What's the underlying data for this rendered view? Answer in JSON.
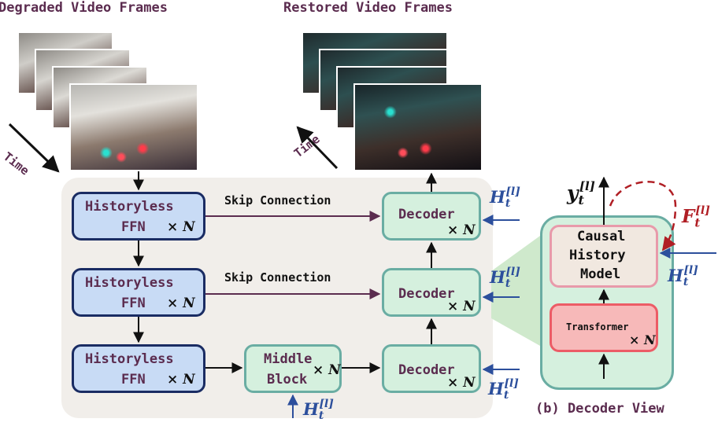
{
  "titles": {
    "degraded": "Degraded Video Frames",
    "restored": "Restored Video Frames",
    "time_left": "Time",
    "time_right": "Time"
  },
  "encoder": {
    "blocks": [
      {
        "label_line1": "Historyless",
        "label_line2": "FFN",
        "multiplier": "× N"
      },
      {
        "label_line1": "Historyless",
        "label_line2": "FFN",
        "multiplier": "× N"
      },
      {
        "label_line1": "Historyless",
        "label_line2": "FFN",
        "multiplier": "× N"
      }
    ]
  },
  "middle_block": {
    "label_line1": "Middle",
    "label_line2": "Block",
    "multiplier": "× N"
  },
  "decoders": [
    {
      "label": "Decoder",
      "multiplier": "× N"
    },
    {
      "label": "Decoder",
      "multiplier": "× N"
    },
    {
      "label": "Decoder",
      "multiplier": "× N"
    }
  ],
  "skip_connections": [
    "Skip Connection",
    "Skip Connection"
  ],
  "history_symbol": {
    "base": "H",
    "sub": "t",
    "sup": "[l]"
  },
  "output_symbol": {
    "base": "y",
    "sub": "t",
    "sup": "[l]"
  },
  "feature_symbol": {
    "base": "F",
    "sub": "t",
    "sup": "[l]"
  },
  "decoder_view": {
    "causal_line1": "Causal",
    "causal_line2": "History",
    "causal_line3": "Model",
    "transformer": "Transformer",
    "multiplier": "× N",
    "caption": "(b) Decoder View"
  },
  "colors": {
    "ffn_fill": "#c8dbf5",
    "ffn_border": "#1a2c63",
    "decoder_fill": "#d5f0de",
    "decoder_border": "#6aada3",
    "skip_arrow": "#5b2c4f",
    "history_arrow": "#2c4f9c",
    "feature_red": "#b01e24",
    "causal_fill": "#f1e8e0",
    "causal_border": "#e89aaa",
    "transformer_fill": "#f7b9b9",
    "transformer_border": "#ec5c66"
  }
}
